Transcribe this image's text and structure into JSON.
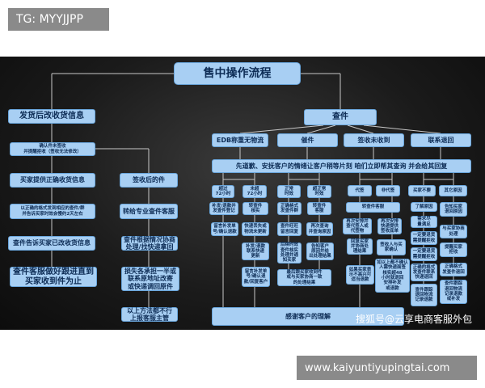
{
  "overlay_tag": "TG: MYYJJPP",
  "footer_url": "www.kaiyuntiyupingtai.com",
  "watermark": "搜狐号@云享电商客服外包",
  "colors": {
    "node_fill": "#a8cff3",
    "node_border": "#6aa6dc",
    "background": "#1b1b1b",
    "connector": "#c8c8c8"
  },
  "diagram": {
    "title": "售中操作流程",
    "nodes": [
      "发货后改收货信息",
      "查件",
      "确认件未签收\n并提醒拒收（签收无法修改）",
      "买家提供正确收货信息",
      "签收后的件",
      "以正确的格式发到相应的查件/群\n并告诉买家时效会慢约2天左右",
      "转给专业查件客服",
      "查件告诉买家已改收货信息",
      "查件根据情况协商\n处理/找快递拿回",
      "查件客服做好跟进直到\n买家收到件为止",
      "损失各承担一半或\n联系原地址改寄\n或快递调回原件",
      "以上方法都不行\n上报客服主管",
      "EDB称重无物流",
      "催件",
      "签收未收到",
      "联系退回",
      "先道歉、安抚客户的情绪让客户稍等片刻 咱们立即帮其查询 并会给其回复",
      "超过\n72小时",
      "未超\n72小时",
      "正常\n时效",
      "超正常\n时效",
      "代签",
      "非代签",
      "买家不要",
      "其它原因",
      "补发/退款并\n发查件登记",
      "转查件\n核实",
      "正确格式\n发查件群",
      "转查件\n客服",
      "转查件客服",
      "了解原因",
      "告知买家\n退回原因",
      "留言补发单\n号/确认退款",
      "快递丢失或\n物流未更新",
      "查件旺旺\n留言回复",
      "再次查询\n并查询原因",
      "再次安排并\n查代签人或\n代签物",
      "再次安排\n快递提供\n签收底单",
      "需求尽\n量满足",
      "与买家协商\n处理",
      "补发/退款\n联系快递\n更新",
      "后续时效\n查件核实\n处理并通\n知买家",
      "告知客户\n原因并给\n出处理结果",
      "回复买家\n并协商处\n理结果",
      "签收人与买\n家确认",
      "一定要退货\n需提醒拒收",
      "提醒买家\n拒收",
      "留言补发单\n号/确认退\n款/回复客户",
      "最后跟买家收到件\n或与买家协商一致\n的处理结果",
      "如果买家表\n示不高兴可\n适当退款",
      "如以上都不确认\n人需快递面签\n核实超48\n小时就退回\n安排补发\n或退款",
      "一定要退货\n需提醒拒收",
      "正确格式\n发查件退回",
      "正确的格式\n发查件联系\n快递退回",
      "查件跟踪\n退回物流\n记录退款\n或补发",
      "查件跟踪\n退回物流\n记录退款",
      "感谢客户的理解"
    ]
  }
}
